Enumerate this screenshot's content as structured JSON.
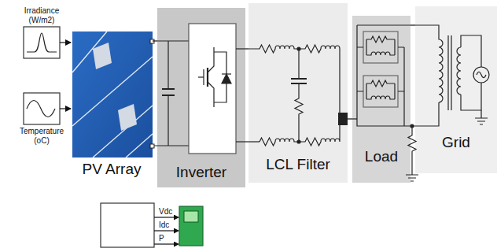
{
  "diagram": {
    "nodes": [
      {
        "text": [
          "Irradiance (W/m2)"
        ]
      },
      {
        "text": [
          "Temperature (oC)"
        ]
      },
      {
        "text": [
          "PV Array"
        ]
      },
      {
        "text": [
          "Inverter"
        ]
      },
      {
        "text": [
          "LCL Filter"
        ]
      },
      {
        "text": [
          "Load"
        ]
      },
      {
        "text": [
          "Grid"
        ]
      }
    ],
    "edges": [
      {
        "from": 0,
        "to": 2,
        "arrow": "to"
      },
      {
        "from": 1,
        "to": 2,
        "arrow": "to"
      },
      {
        "from": 2,
        "to": 3,
        "arrow": "none"
      },
      {
        "from": 3,
        "to": 4,
        "arrow": "none"
      },
      {
        "from": 4,
        "to": 5,
        "arrow": "none"
      },
      {
        "from": 5,
        "to": 6,
        "arrow": "none"
      }
    ],
    "labels": [
      "Vdc",
      "Idc",
      "P"
    ]
  }
}
